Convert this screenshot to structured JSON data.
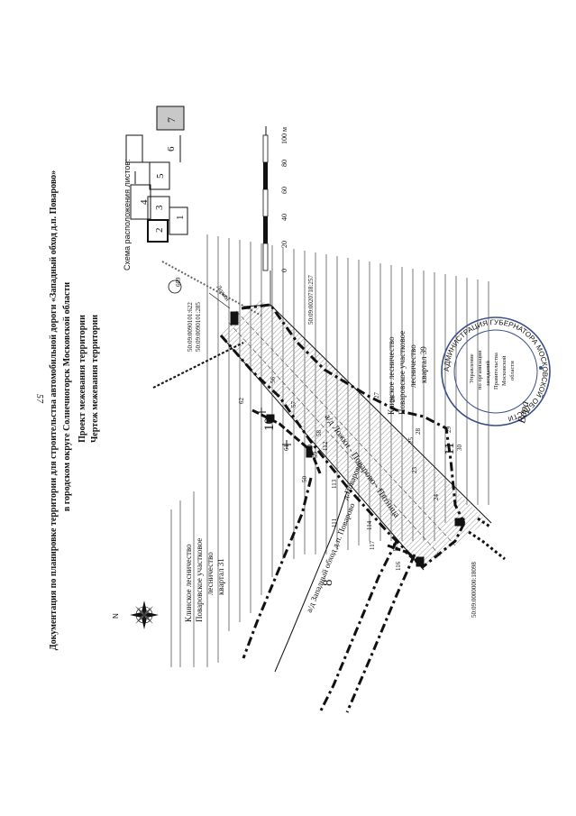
{
  "page_number": "57",
  "header": {
    "line1": "Документация по планировке территории для строительства автомобильной дороги «Западный обход д.п. Поварово»",
    "line2": "в городском округе Солнечногорск Московской области",
    "line3": "Проект межевания территории",
    "line4": "Чертеж межевания территории"
  },
  "scheme": {
    "title": "Схема расположения листов:",
    "sheets": [
      "1",
      "2",
      "3",
      "4",
      "5",
      "6",
      "7"
    ]
  },
  "scale": {
    "ticks": [
      "0",
      "20",
      "40",
      "60",
      "80",
      "100 м"
    ]
  },
  "compass": {
    "label": "N"
  },
  "forestry_left": {
    "line1": "Клинское лесничество",
    "line2": "Поваровское участковое",
    "line3": "лесничество",
    "line4": "квартал 31"
  },
  "forestry_right": {
    "line1": "Клинское лесничество",
    "line2": "Поваровское участковое",
    "line3": "лесничество",
    "line4": "квартал 39"
  },
  "roads": {
    "main": "а/д Ложки - Поварово - Пятница",
    "bypass_top": "д.Поварово",
    "bypass_bottom": "а/д Западный обход д.п. Поварово",
    "to_lozhki": "Ложки"
  },
  "parcels": {
    "p1": "50:09:0090101:622",
    "p2": "50:09:0090101:285",
    "p3": "50:09:0020718:257",
    "p4": "50:09:0000000:18098",
    "ref_609": "609"
  },
  "zones": [
    "8",
    "10",
    "11"
  ],
  "points": [
    "23",
    "24",
    "25",
    "26",
    "27",
    "28",
    "29",
    "30",
    "50",
    "56",
    "57",
    "58",
    "59",
    "60",
    "61",
    "62",
    "111",
    "112",
    "113",
    "114",
    "115",
    "116",
    "117"
  ],
  "stamp": {
    "ring": "АДМИНИСТРАЦИЯ ГУБЕРНАТОРА МОСКОВСКОЙ ОБЛАСТИ",
    "center1": "Управление",
    "center2": "по организации",
    "center3": "заседаний",
    "center4": "Правительства",
    "center5": "Московской",
    "center6": "области",
    "handwritten": "Вера"
  },
  "colors": {
    "ink": "#111111",
    "hatch": "#9a9a9a",
    "stamp": "#3b4f8a",
    "sheet7_fill": "#c8c8c8"
  }
}
